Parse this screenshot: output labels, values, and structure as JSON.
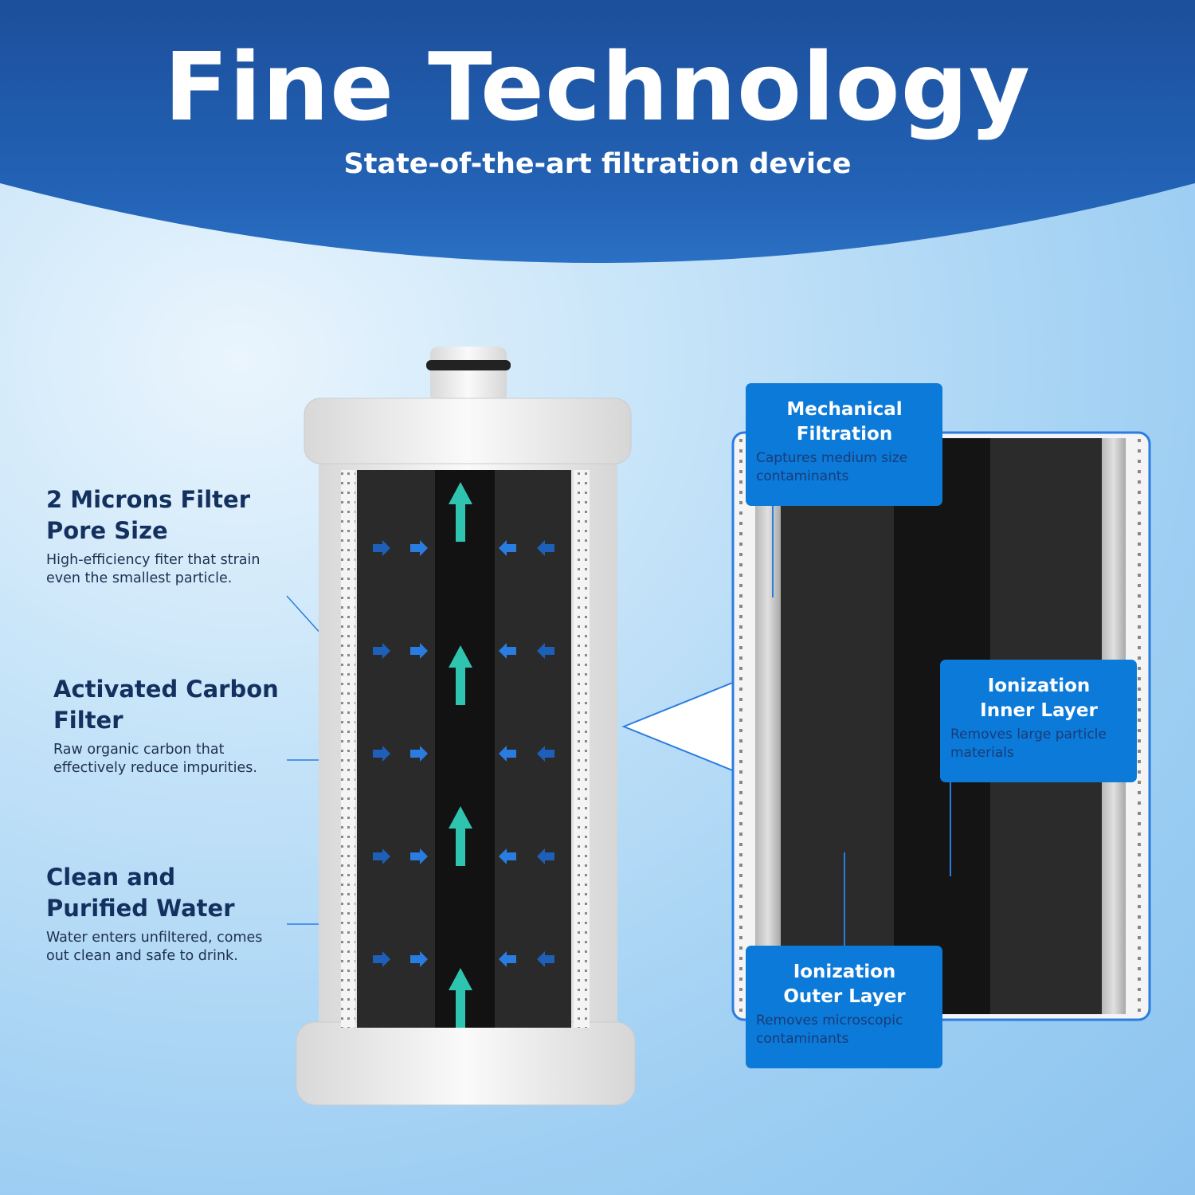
{
  "header": {
    "title": "Fine Technology",
    "subtitle": "State-of-the-art filtration device"
  },
  "left_features": [
    {
      "title_line1": "2 Microns Filter",
      "title_line2": "Pore Size",
      "desc_line1": "High-efficiency fiter that strain",
      "desc_line2": "even the smallest particle."
    },
    {
      "title_line1": "Activated Carbon",
      "title_line2": "Filter",
      "desc_line1": "Raw organic carbon that",
      "desc_line2": "effectively reduce impurities."
    },
    {
      "title_line1": "Clean and",
      "title_line2": "Purified Water",
      "desc_line1": "Water enters unfiltered, comes",
      "desc_line2": "out clean and safe to drink."
    }
  ],
  "layer_boxes": [
    {
      "title_line1": "Mechanical",
      "title_line2": "Filtration",
      "desc": "Captures medium size contaminants"
    },
    {
      "title_line1": "Ionization",
      "title_line2": "Inner Layer",
      "desc": "Removes large particle materials"
    },
    {
      "title_line1": "Ionization",
      "title_line2": "Outer Layer",
      "desc": "Removes microscopic contaminants"
    }
  ],
  "colors": {
    "header": "#2363b6",
    "box": "#0b7ad9",
    "heading": "#13305f",
    "teal_arrow": "#2ec4b0",
    "blue_arrow": "#2a7de0"
  }
}
